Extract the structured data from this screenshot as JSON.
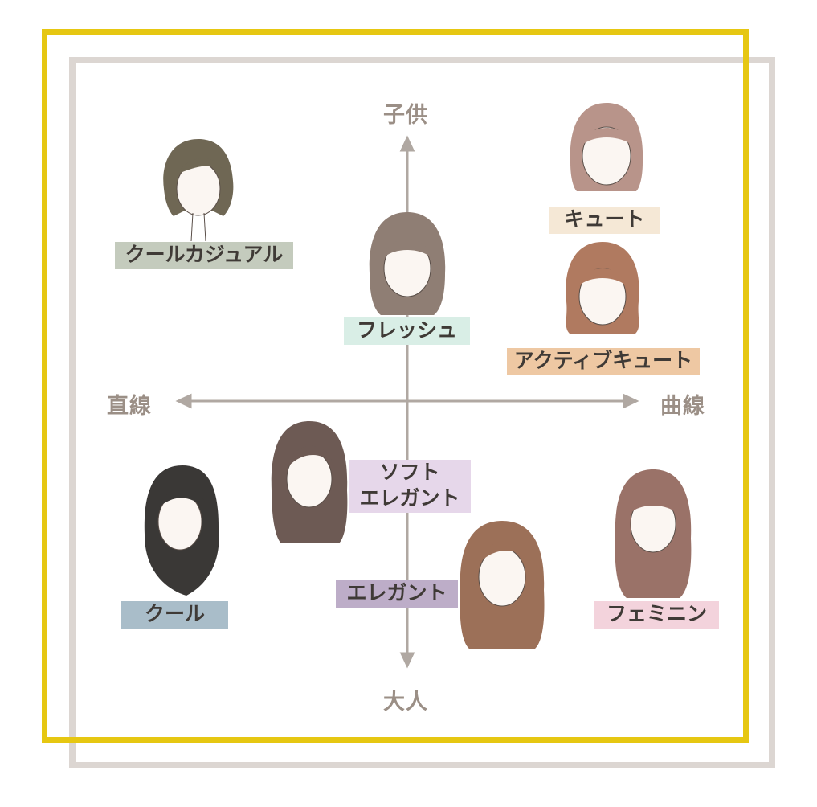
{
  "axes": {
    "top": "子供",
    "bottom": "大人",
    "left": "直線",
    "right": "曲線"
  },
  "types": [
    {
      "key": "cool-casual",
      "label": "クールカジュアル",
      "color": "#c4cbbd",
      "hair": "#6f6754"
    },
    {
      "key": "cute",
      "label": "キュート",
      "color": "#f5e8d6",
      "hair": "#b8948a"
    },
    {
      "key": "fresh",
      "label": "フレッシュ",
      "color": "#d9eee6",
      "hair": "#8f7e74"
    },
    {
      "key": "active-cute",
      "label": "アクティブキュート",
      "color": "#eec8a3",
      "hair": "#b07a60"
    },
    {
      "key": "soft-elegant",
      "label_line1": "ソフト",
      "label_line2": "エレガント",
      "color": "#e6d7ea",
      "hair": "#6d5a54"
    },
    {
      "key": "cool",
      "label": "クール",
      "color": "#a9bdc9",
      "hair": "#3a3836"
    },
    {
      "key": "elegant",
      "label": "エレガント",
      "color": "#bdadc8",
      "hair": "#9c7058"
    },
    {
      "key": "feminine",
      "label": "フェミニン",
      "color": "#f3d3dc",
      "hair": "#9a7268"
    }
  ]
}
